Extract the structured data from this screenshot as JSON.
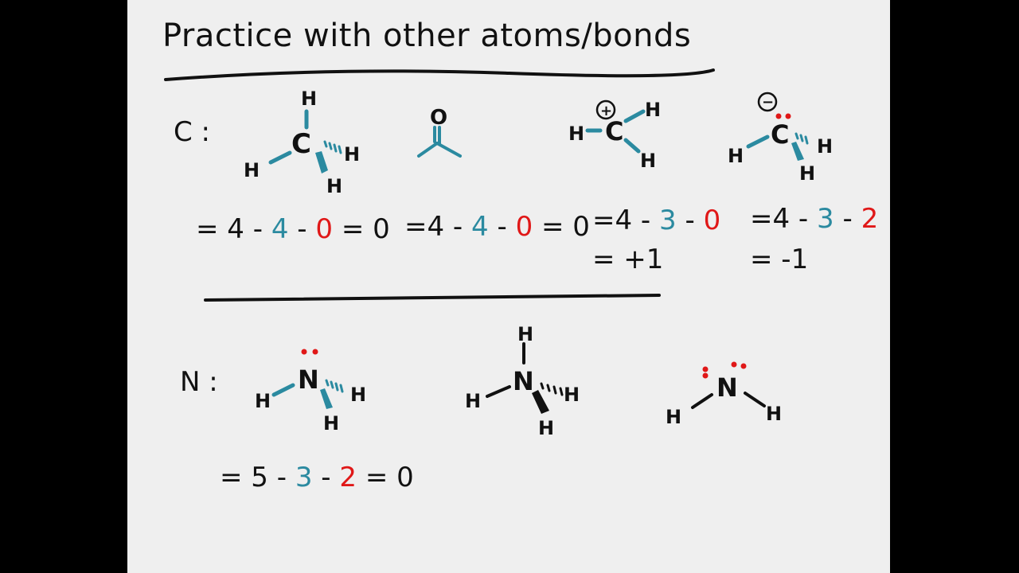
{
  "title": "Practice with other atoms/bonds",
  "sections": {
    "carbon_label": "C :",
    "nitrogen_label": "N :"
  },
  "carbon_equations": [
    {
      "start": "= 4 -",
      "bonds": "4",
      "sep": "-",
      "lone": "0",
      "end": "= 0"
    },
    {
      "start": "=4 -",
      "bonds": "4",
      "sep": "-",
      "lone": "0",
      "end": "= 0"
    },
    {
      "start": "=4 -",
      "bonds": "3",
      "sep": "-",
      "lone": "0",
      "end": ""
    },
    {
      "start": "=4 -",
      "bonds": "3",
      "sep": "-",
      "lone": "2",
      "end": ""
    }
  ],
  "carbon_results": [
    "= +1",
    "= -1"
  ],
  "nitrogen_equations": [
    {
      "start": "= 5 -",
      "bonds": "3",
      "sep": "-",
      "lone": "2",
      "end": "= 0"
    }
  ],
  "atoms": {
    "H": "H",
    "C": "C",
    "N": "N",
    "O": "O",
    "plus": "+",
    "minus": "−"
  },
  "colors": {
    "bond": "#2b8aa0",
    "lone_pair": "#e01818",
    "ink": "#111111",
    "board": "#efefef"
  }
}
